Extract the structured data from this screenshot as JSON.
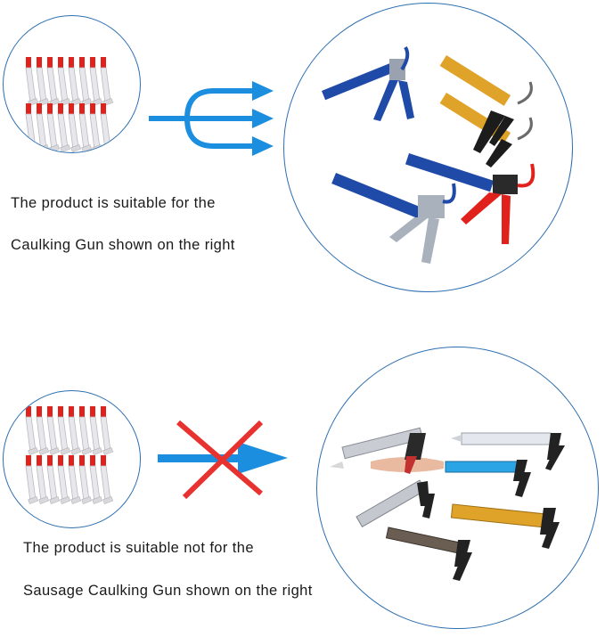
{
  "section_suitable": {
    "line1": "The product is suitable  for the",
    "line2": "Caulking Gun shown on the right"
  },
  "section_not_suitable": {
    "line1": "The product is suitable not for the",
    "line2": "Sausage Caulking Gun shown on the right"
  },
  "colors": {
    "circle_border": "#2d6fb0",
    "arrow_blue": "#1c8ee0",
    "cross_red": "#e8322f",
    "nozzle_red": "#e0211c",
    "gun_blue": "#1f4aa8",
    "gun_gold": "#e0a32a"
  },
  "icons": {
    "fork_arrow": "trident-arrow-icon",
    "cross": "cross-mark-icon",
    "nozzle": "mixing-nozzle-icon",
    "gun": "caulking-gun-icon"
  }
}
